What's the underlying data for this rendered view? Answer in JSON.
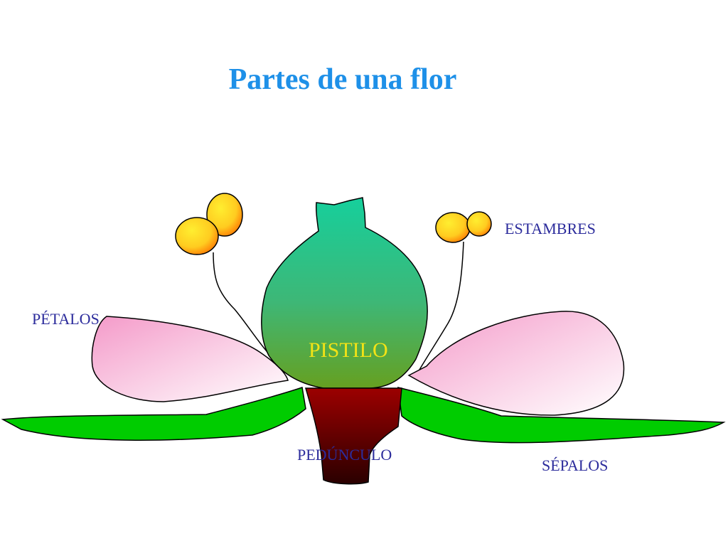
{
  "title": "Partes de una flor",
  "labels": {
    "estambres": "ESTAMBRES",
    "petalos": "PÉTALOS",
    "pistilo": "PISTILO",
    "pedunculo": "PEDÚNCULO",
    "sepalos": "SÉPALOS"
  },
  "colors": {
    "title": "#1e90e8",
    "label": "#2c2c9c",
    "pistilo_label": "#f2e316",
    "sepal": "#00cc00",
    "petal": "#f6a6cf",
    "pistil_top": "#16cf9c",
    "pistil_bottom": "#66a020",
    "peduncle_top": "#9c0000",
    "peduncle_bottom": "#2a0000",
    "anther_light": "#ffee30",
    "anther_dark": "#ff7000"
  }
}
